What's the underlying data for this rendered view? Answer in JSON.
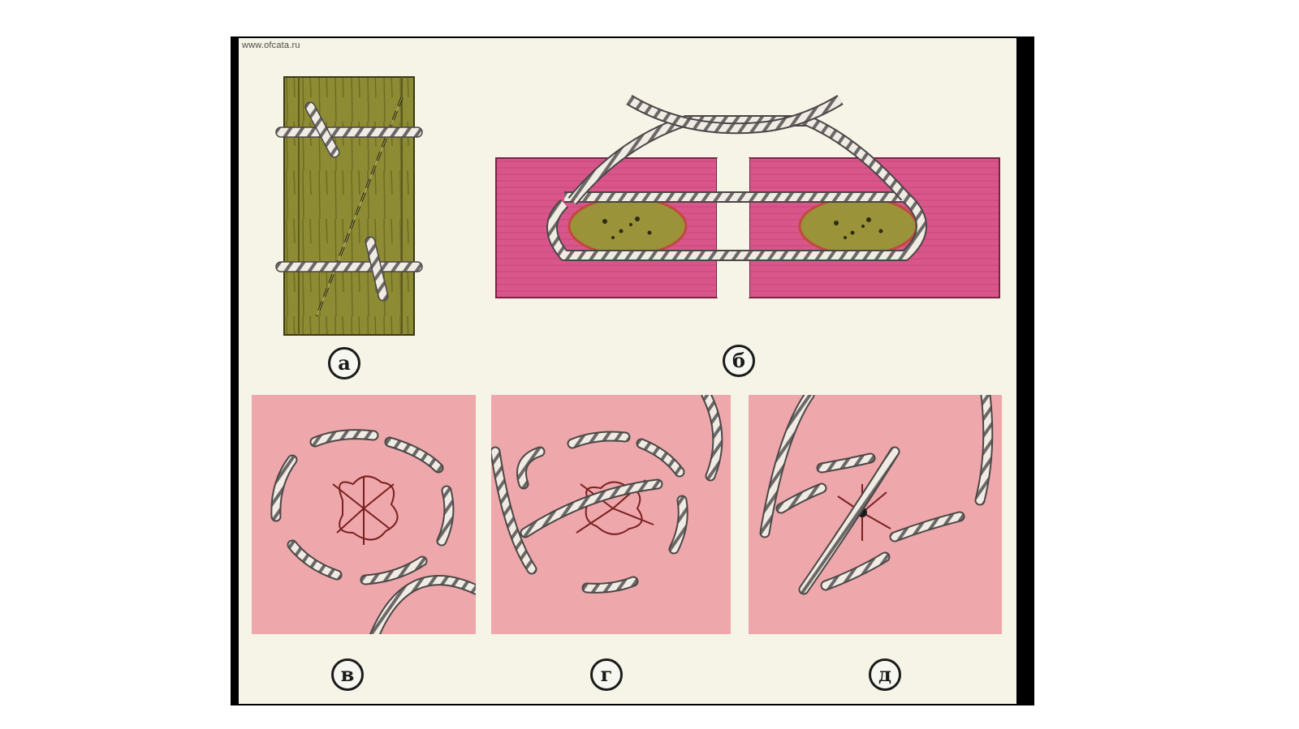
{
  "watermark": "www.ofcata.ru",
  "panels": [
    {
      "id": "a",
      "label": "а",
      "subject": "splinted-stick",
      "colors": {
        "fill": "#8d8b34",
        "cord": "#d8d5cf"
      }
    },
    {
      "id": "b",
      "label": "б",
      "subject": "sutured-strip",
      "colors": {
        "fill": "#d95788",
        "cord": "#e6e1dd"
      }
    },
    {
      "id": "v",
      "label": "в",
      "subject": "purse-string-suture",
      "colors": {
        "fill": "#eea7aa",
        "cord": "#efeae2"
      }
    },
    {
      "id": "g",
      "label": "г",
      "subject": "suture-with-cross-thread",
      "colors": {
        "fill": "#eea7aa",
        "cord": "#efeae2"
      }
    },
    {
      "id": "d",
      "label": "д",
      "subject": "z-shaped-suture",
      "colors": {
        "fill": "#eea7aa",
        "cord": "#efeae2"
      }
    }
  ]
}
